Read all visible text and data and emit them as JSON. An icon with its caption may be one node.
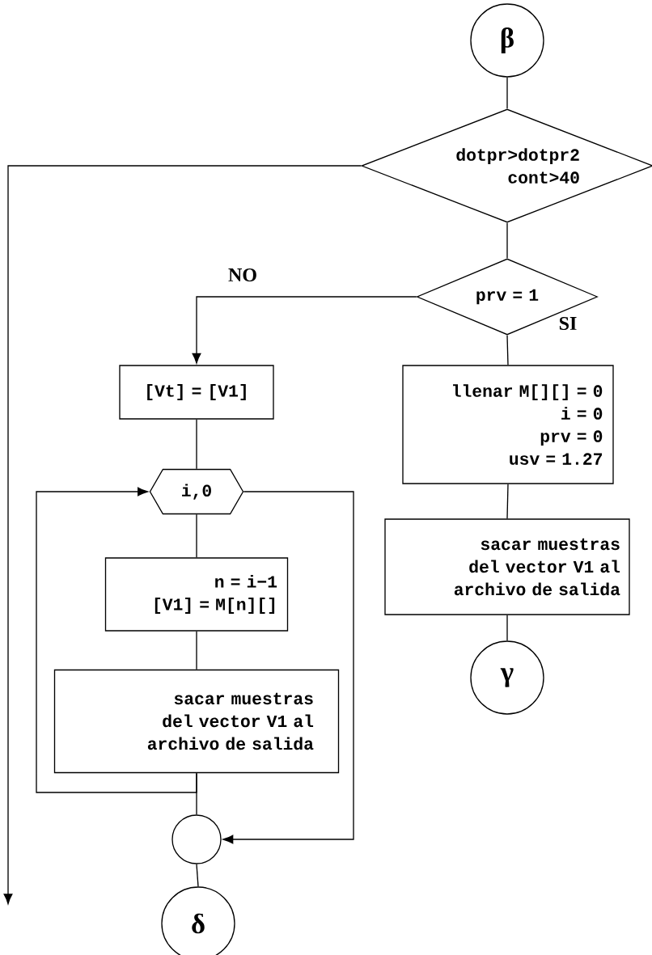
{
  "diagram": {
    "nodes": [
      {
        "text": [
          "β"
        ]
      },
      {
        "text": [
          "dotpr>dotpr2 cont>40"
        ]
      },
      {
        "text": [
          "prv = 1"
        ]
      },
      {
        "text": [
          "[Vt] = [V1]"
        ]
      },
      {
        "text": [
          "llenar M[][] = 0",
          "i = 0",
          "prv = 0",
          "usv = 1.27"
        ]
      },
      {
        "text": [
          "i,0"
        ]
      },
      {
        "text": [
          "sacar muestras del vector V1 al archivo de salida"
        ]
      },
      {
        "text": [
          "n = i−1",
          "[V1] = M[n][]"
        ]
      },
      {
        "text": [
          "**sacar muestras** del vector V1 al archivo de salida"
        ]
      },
      {
        "text": [
          "γ"
        ]
      },
      {
        "text": [],
        "shape": "circle"
      },
      {
        "text": [
          "δ"
        ]
      }
    ],
    "edges": [
      {
        "from": 0,
        "to": 1,
        "arrow": "none"
      },
      {
        "from": 1,
        "to": null,
        "arrow": "to"
      },
      {
        "from": 1,
        "to": 2,
        "arrow": "none"
      },
      {
        "from": 2,
        "to": 3,
        "arrow": "to",
        "label": "NO"
      },
      {
        "from": 2,
        "to": 4,
        "arrow": "none",
        "label": "SI"
      },
      {
        "from": 4,
        "to": 6,
        "arrow": "none"
      },
      {
        "from": 6,
        "to": 9,
        "arrow": "none"
      },
      {
        "from": 3,
        "to": 5,
        "arrow": "none"
      },
      {
        "from": 5,
        "to": 7,
        "arrow": "none"
      },
      {
        "from": 7,
        "to": 8,
        "arrow": "none"
      },
      {
        "from": 8,
        "to": 5,
        "arrow": "to"
      },
      {
        "from": 5,
        "to": 10,
        "arrow": "to"
      },
      {
        "from": 8,
        "to": 10,
        "arrow": "none"
      },
      {
        "from": 10,
        "to": 11,
        "arrow": "none"
      }
    ]
  }
}
